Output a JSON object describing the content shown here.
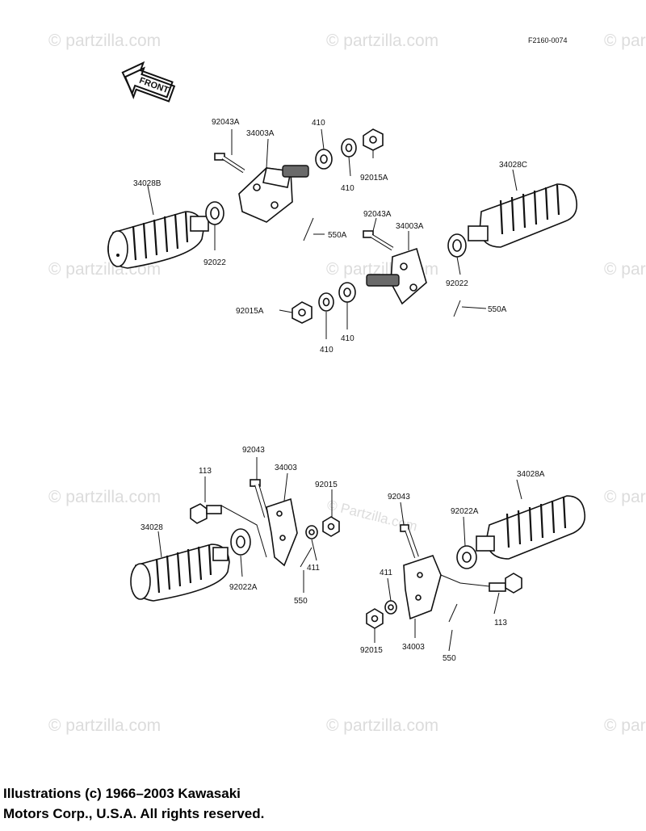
{
  "figure_code": "F2160-0074",
  "front_label": "FRONT",
  "watermarks": {
    "text": "© partzilla.com",
    "center_text": "© Partzilla.com",
    "color": "#dcdcdc"
  },
  "upper_labels": {
    "bolt_left": "92043A",
    "bracket_left": "34003A",
    "washer_top_a": "410",
    "washer_top_b": "410",
    "nut_top": "92015A",
    "footpeg_right": "34028C",
    "footpeg_left": "34028B",
    "collar_left": "92022",
    "pin_left": "550A",
    "bolt_right": "92043A",
    "bracket_right": "34003A",
    "collar_right": "92022",
    "nut_bottom": "92015A",
    "pin_right": "550A",
    "washer_bottom_a": "410",
    "washer_bottom_b": "410"
  },
  "lower_labels": {
    "bolt_left": "92043",
    "bolt_113_left": "113",
    "bracket_left": "34003",
    "nut_left": "92015",
    "footpeg_left": "34028",
    "collar_left": "92022A",
    "washer_left": "411",
    "pin_left": "550",
    "bolt_right": "92043",
    "collar_right": "92022A",
    "footpeg_right": "34028A",
    "washer_right": "411",
    "bracket_right": "34003",
    "nut_right": "92015",
    "pin_right": "550",
    "bolt_113_right": "113"
  },
  "copyright": {
    "line1": "Illustrations (c) 1966–2003 Kawasaki",
    "line2": "Motors Corp., U.S.A.  All rights reserved."
  }
}
